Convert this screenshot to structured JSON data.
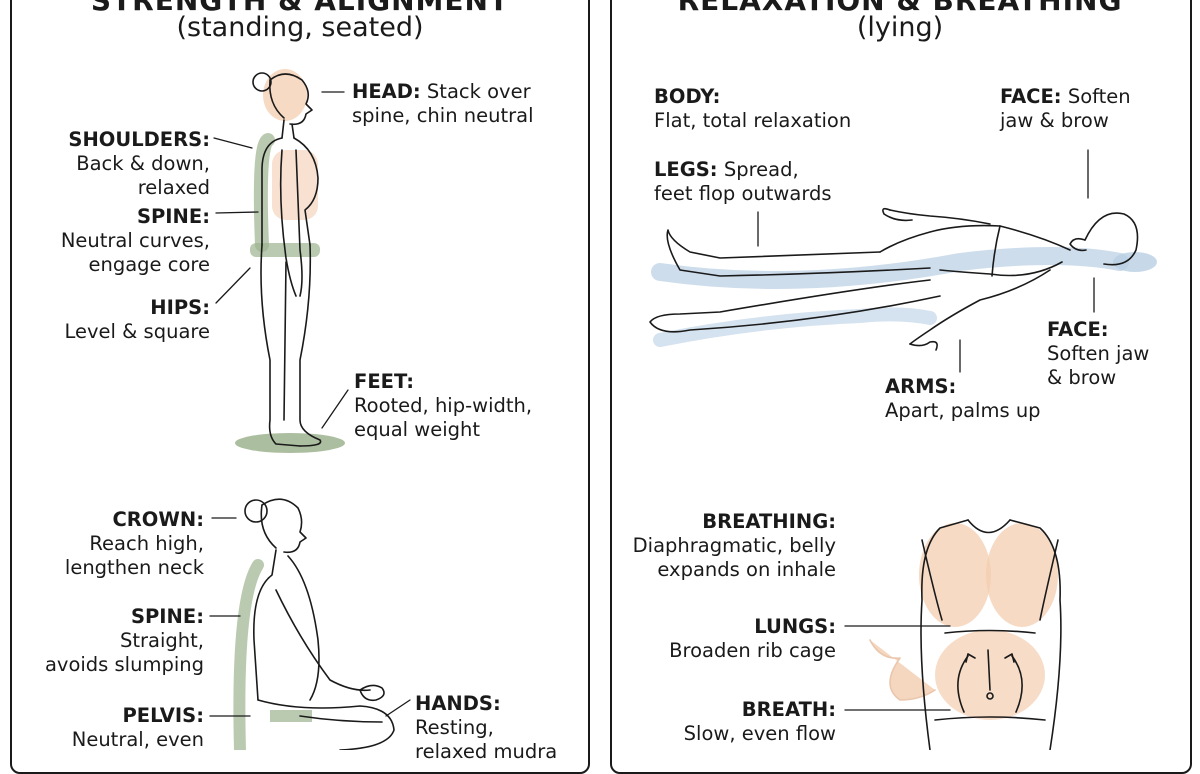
{
  "left_panel": {
    "title": "STRENGTH & ALIGNMENT",
    "subtitle": "(standing, seated)",
    "standing_labels": {
      "head": {
        "term": "HEAD:",
        "line1": "Stack over",
        "line2": "spine, chin neutral"
      },
      "shoulders": {
        "term": "SHOULDERS:",
        "line1": "Back & down,",
        "line2": "relaxed"
      },
      "spine": {
        "term": "SPINE:",
        "line1": "Neutral curves,",
        "line2": "engage core"
      },
      "hips": {
        "term": "HIPS:",
        "line1": "Level & square",
        "line2": ""
      },
      "feet": {
        "term": "FEET:",
        "line1": "Rooted, hip-width,",
        "line2": "equal weight"
      }
    },
    "seated_labels": {
      "crown": {
        "term": "CROWN:",
        "line1": "Reach high,",
        "line2": "lengthen neck"
      },
      "spine": {
        "term": "SPINE:",
        "line1": "Straight,",
        "line2": "avoids slumping"
      },
      "pelvis": {
        "term": "PELVIS:",
        "line1": "Neutral, even",
        "line2": ""
      },
      "hands": {
        "term": "HANDS:",
        "line1": "Resting,",
        "line2": "relaxed mudra"
      }
    }
  },
  "right_panel": {
    "title": "RELAXATION & BREATHING",
    "subtitle": "(lying)",
    "lying_labels": {
      "body": {
        "term": "BODY:",
        "line1": "Flat, total relaxation",
        "line2": ""
      },
      "legs": {
        "term": "LEGS:",
        "line1": "Spread,",
        "line2": "feet flop outwards"
      },
      "face_top": {
        "term": "FACE:",
        "line1": "Soften",
        "line2": "jaw & brow"
      },
      "face_bottom": {
        "term": "FACE:",
        "line1": "Soften jaw",
        "line2": "& brow"
      },
      "arms": {
        "term": "ARMS:",
        "line1": "Apart, palms up",
        "line2": ""
      }
    },
    "breathing_labels": {
      "breathing": {
        "term": "BREATHING:",
        "line1": "Diaphragmatic, belly",
        "line2": "expands on inhale"
      },
      "lungs": {
        "term": "LUNGS:",
        "line1": "Broaden rib cage",
        "line2": ""
      },
      "breath": {
        "term": "BREATH:",
        "line1": "Slow, even flow",
        "line2": ""
      }
    }
  },
  "colors": {
    "ink": "#1a1a1a",
    "green_accent": "#9db38f",
    "peach_accent": "#f3cdb0",
    "blue_accent": "#b9cfe4"
  }
}
